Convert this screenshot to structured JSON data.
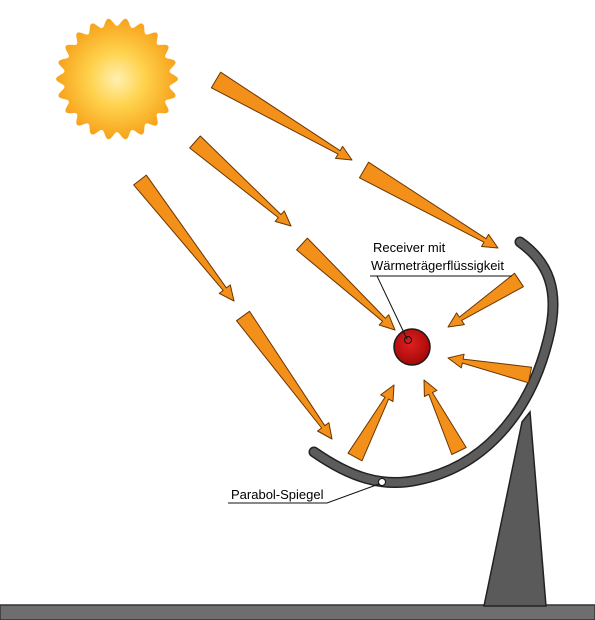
{
  "labels": {
    "receiver_line1": "Receiver mit",
    "receiver_line2": "Wärmeträgerflüssigkeit",
    "mirror": "Parabol-Spiegel"
  },
  "colors": {
    "sun_inner": "#ffe680",
    "sun_outer": "#f7a21a",
    "ray_fill": "#f39019",
    "ray_stroke": "#6b3500",
    "receiver": "#cc1111",
    "mirror": "#555555",
    "ground": "#6e6e6e"
  }
}
